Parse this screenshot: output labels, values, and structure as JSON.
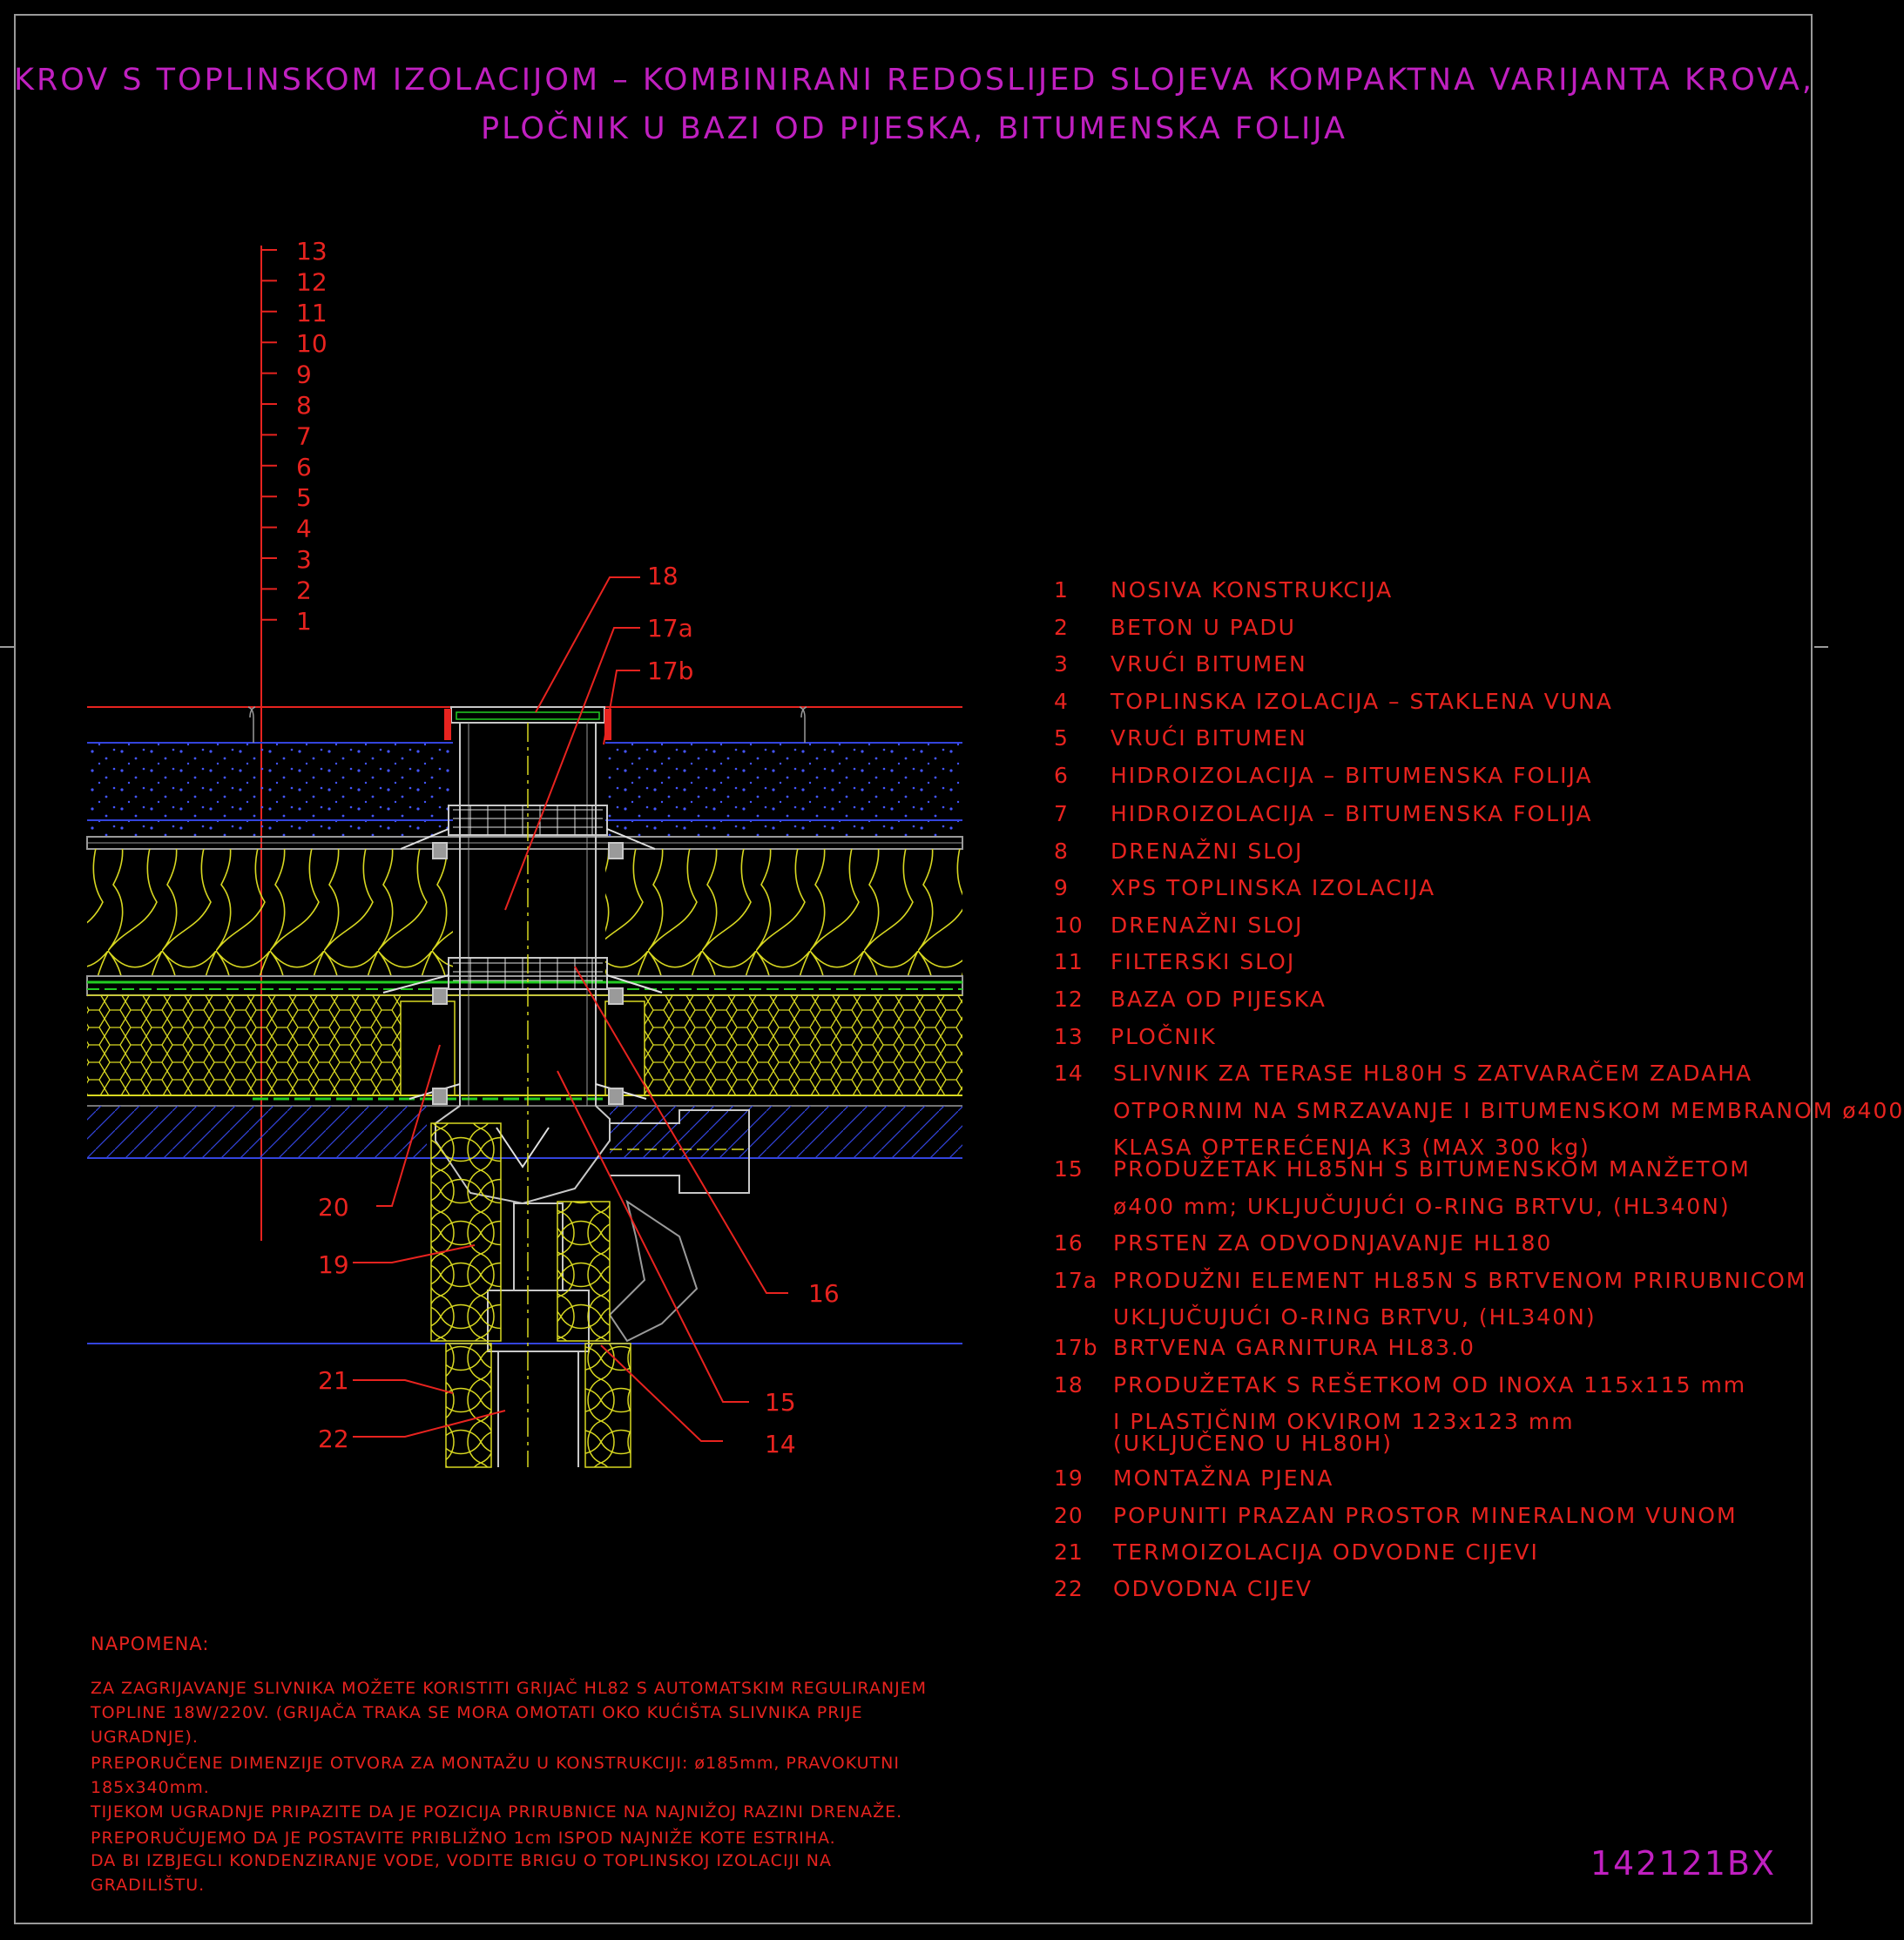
{
  "title": {
    "line1": "KROV S TOPLINSKOM IZOLACIJOM – KOMBINIRANI REDOSLIJED SLOJEVA KOMPAKTNA VARIJANTA KROVA,",
    "line2": "PLOČNIK U BAZI OD PIJESKA, BITUMENSKA FOLIJA"
  },
  "drawing_code": "142121BX",
  "layer_scale": [
    "13",
    "12",
    "11",
    "10",
    "9",
    "8",
    "7",
    "6",
    "5",
    "4",
    "3",
    "2",
    "1"
  ],
  "callouts": {
    "c18": "18",
    "c17a": "17a",
    "c17b": "17b",
    "c16": "16",
    "c15": "15",
    "c14": "14",
    "c20": "20",
    "c19": "19",
    "c21": "21",
    "c22": "22"
  },
  "legend": [
    {
      "num": "1",
      "lines": [
        "NOSIVA KONSTRUKCIJA"
      ]
    },
    {
      "num": "2",
      "lines": [
        "BETON U PADU"
      ]
    },
    {
      "num": "3",
      "lines": [
        "VRUĆI BITUMEN"
      ]
    },
    {
      "num": "4",
      "lines": [
        "TOPLINSKA IZOLACIJA – STAKLENA VUNA"
      ]
    },
    {
      "num": "5",
      "lines": [
        "VRUĆI BITUMEN"
      ]
    },
    {
      "num": "6",
      "lines": [
        "HIDROIZOLACIJA – BITUMENSKA FOLIJA"
      ]
    },
    {
      "num": "7",
      "lines": [
        "HIDROIZOLACIJA – BITUMENSKA FOLIJA"
      ]
    },
    {
      "num": "8",
      "lines": [
        "DRENAŽNI SLOJ"
      ]
    },
    {
      "num": "9",
      "lines": [
        "XPS TOPLINSKA IZOLACIJA"
      ]
    },
    {
      "num": "10",
      "lines": [
        "DRENAŽNI SLOJ"
      ]
    },
    {
      "num": "11",
      "lines": [
        "FILTERSKI SLOJ"
      ]
    },
    {
      "num": "12",
      "lines": [
        "BAZA OD PIJESKA"
      ]
    },
    {
      "num": "13",
      "lines": [
        "PLOČNIK"
      ]
    },
    {
      "num": "14",
      "lines": [
        "SLIVNIK ZA TERASE HL80H S ZATVARAČEM ZADAHA",
        "OTPORNIM NA SMRZAVANJE I BITUMENSKOM MEMBRANOM ø400",
        "KLASA OPTEREĆENJA K3 (MAX 300 kg)"
      ]
    },
    {
      "num": "15",
      "lines": [
        "PRODUŽETAK HL85NH S BITUMENSKOM MANŽETOM",
        "ø400 mm; UKLJUČUJUĆI O-RING BRTVU, (HL340N)"
      ]
    },
    {
      "num": "16",
      "lines": [
        "PRSTEN ZA ODVODNJAVANJE HL180"
      ]
    },
    {
      "num": "17a",
      "lines": [
        "PRODUŽNI ELEMENT HL85N S BRTVENOM PRIRUBNICOM",
        "UKLJUČUJUĆI O-RING BRTVU, (HL340N)"
      ]
    },
    {
      "num": "17b",
      "lines": [
        "BRTVENA GARNITURA HL83.0"
      ]
    },
    {
      "num": "18",
      "lines": [
        "PRODUŽETAK S REŠETKOM OD INOXA 115x115 mm",
        "I PLASTIČNIM OKVIROM 123x123 mm",
        "(UKLJUČENO U HL80H)"
      ]
    },
    {
      "num": "19",
      "lines": [
        "MONTAŽNA PJENA"
      ]
    },
    {
      "num": "20",
      "lines": [
        "POPUNITI PRAZAN PROSTOR MINERALNOM VUNOM"
      ]
    },
    {
      "num": "21",
      "lines": [
        "TERMOIZOLACIJA ODVODNE CIJEVI"
      ]
    },
    {
      "num": "22",
      "lines": [
        "ODVODNA CIJEV"
      ]
    }
  ],
  "notes": {
    "heading": "NAPOMENA:",
    "lines": [
      "ZA ZAGRIJAVANJE SLIVNIKA MOŽETE KORISTITI GRIJAČ HL82 S AUTOMATSKIM REGULIRANJEM",
      "TOPLINE 18W/220V. (GRIJAČA TRAKA SE MORA OMOTATI OKO KUĆIŠTA SLIVNIKA PRIJE",
      "UGRADNJE).",
      "PREPORUČENE DIMENZIJE OTVORA ZA MONTAŽU U KONSTRUKCIJI: ø185mm, PRAVOKUTNI",
      "185x340mm.",
      "TIJEKOM UGRADNJE PRIPAZITE DA JE POZICIJA PRIRUBNICE NA NAJNIŽOJ RAZINI DRENAŽE.",
      "PREPORUČUJEMO DA JE POSTAVITE PRIBLIŽNO 1cm ISPOD NAJNIŽE KOTE ESTRIHA.",
      "DA BI IZBJEGLI KONDENZIRANJE VODE, VODITE BRIGU O TOPLINSKOJ IZOLACIJI NA",
      "GRADILIŠTU."
    ]
  }
}
